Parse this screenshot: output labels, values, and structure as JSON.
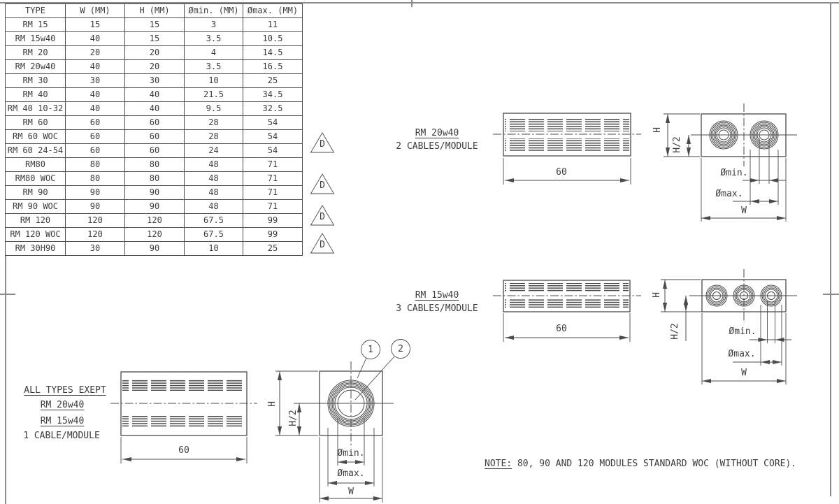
{
  "table": {
    "headers": [
      "TYPE",
      "W (MM)",
      "H (MM)",
      "Ømin. (MM)",
      "Ømax. (MM)"
    ],
    "rows": [
      [
        "RM 15",
        "15",
        "15",
        "3",
        "11"
      ],
      [
        "RM 15w40",
        "40",
        "15",
        "3.5",
        "10.5"
      ],
      [
        "RM 20",
        "20",
        "20",
        "4",
        "14.5"
      ],
      [
        "RM 20w40",
        "40",
        "20",
        "3.5",
        "16.5"
      ],
      [
        "RM 30",
        "30",
        "30",
        "10",
        "25"
      ],
      [
        "RM 40",
        "40",
        "40",
        "21.5",
        "34.5"
      ],
      [
        "RM 40 10-32",
        "40",
        "40",
        "9.5",
        "32.5"
      ],
      [
        "RM 60",
        "60",
        "60",
        "28",
        "54"
      ],
      [
        "RM 60 WOC",
        "60",
        "60",
        "28",
        "54"
      ],
      [
        "RM 60 24-54",
        "60",
        "60",
        "24",
        "54"
      ],
      [
        "RM80",
        "80",
        "80",
        "48",
        "71"
      ],
      [
        "RM80 WOC",
        "80",
        "80",
        "48",
        "71"
      ],
      [
        "RM 90",
        "90",
        "90",
        "48",
        "71"
      ],
      [
        "RM 90 WOC",
        "90",
        "90",
        "48",
        "71"
      ],
      [
        "RM 120",
        "120",
        "120",
        "67.5",
        "99"
      ],
      [
        "RM 120 WOC",
        "120",
        "120",
        "67.5",
        "99"
      ],
      [
        "RM 30H90",
        "30",
        "90",
        "10",
        "25"
      ]
    ]
  },
  "flags": {
    "label": "D"
  },
  "views": {
    "two_cable": {
      "title": "RM 20w40",
      "subtitle": "2 CABLES/MODULE",
      "length_dim": "60"
    },
    "three_cable": {
      "title": "RM 15w40",
      "subtitle": "3 CABLES/MODULE",
      "length_dim": "60"
    },
    "one_cable": {
      "title_line1": "ALL TYPES EXEPT",
      "title_line2": "RM 20w40",
      "title_line3": "RM 15w40",
      "subtitle": "1 CABLE/MODULE",
      "length_dim": "60"
    }
  },
  "dims": {
    "h": "H",
    "h2": "H/2",
    "dmin": "Ømin.",
    "dmax": "Ømax.",
    "w": "W"
  },
  "balloons": {
    "one": "1",
    "two": "2"
  },
  "note": {
    "label": "NOTE:",
    "text": " 80, 90 AND 120 MODULES STANDARD WOC (WITHOUT CORE)."
  },
  "colors": {
    "line": "#4a4a4a",
    "frame": "#8a8a8a",
    "text": "#3c3c3c"
  }
}
